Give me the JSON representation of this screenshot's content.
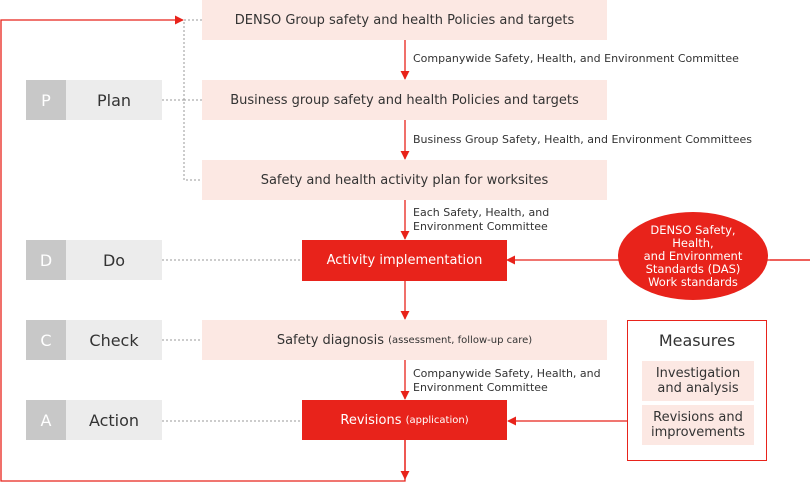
{
  "colors": {
    "accent": "#e8231b",
    "light_box": "#fce8e3",
    "letter_bg": "#c8c8c8",
    "phase_bg": "#ececec",
    "dotted": "#999999"
  },
  "phases": [
    {
      "letter": "P",
      "name": "Plan"
    },
    {
      "letter": "D",
      "name": "Do"
    },
    {
      "letter": "C",
      "name": "Check"
    },
    {
      "letter": "A",
      "name": "Action"
    }
  ],
  "flow": {
    "group_policies": "DENSO Group safety and health  Policies and targets",
    "business_policies": "Business group safety and health  Policies and targets",
    "worksite_plan": "Safety and health activity plan for worksites",
    "activity": "Activity implementation",
    "diagnosis": "Safety diagnosis",
    "diagnosis_note": "(assessment, follow-up care)",
    "revisions": "Revisions",
    "revisions_note": "(application)"
  },
  "connectors": {
    "c1": "Companywide Safety, Health, and Environment Committee",
    "c2": "Business Group Safety, Health, and Environment Committees",
    "c3_line1": "Each Safety, Health, and",
    "c3_line2": "Environment Committee",
    "c4_line1": "Companywide Safety, Health, and",
    "c4_line2": "Environment Committee"
  },
  "standards": {
    "line1": "DENSO Safety,",
    "line2": "Health,",
    "line3": "and Environment",
    "line4": "Standards (DAS)",
    "line5": "Work standards"
  },
  "measures": {
    "title": "Measures",
    "item1_line1": "Investigation",
    "item1_line2": "and analysis",
    "item2_line1": "Revisions and",
    "item2_line2": "improvements"
  }
}
